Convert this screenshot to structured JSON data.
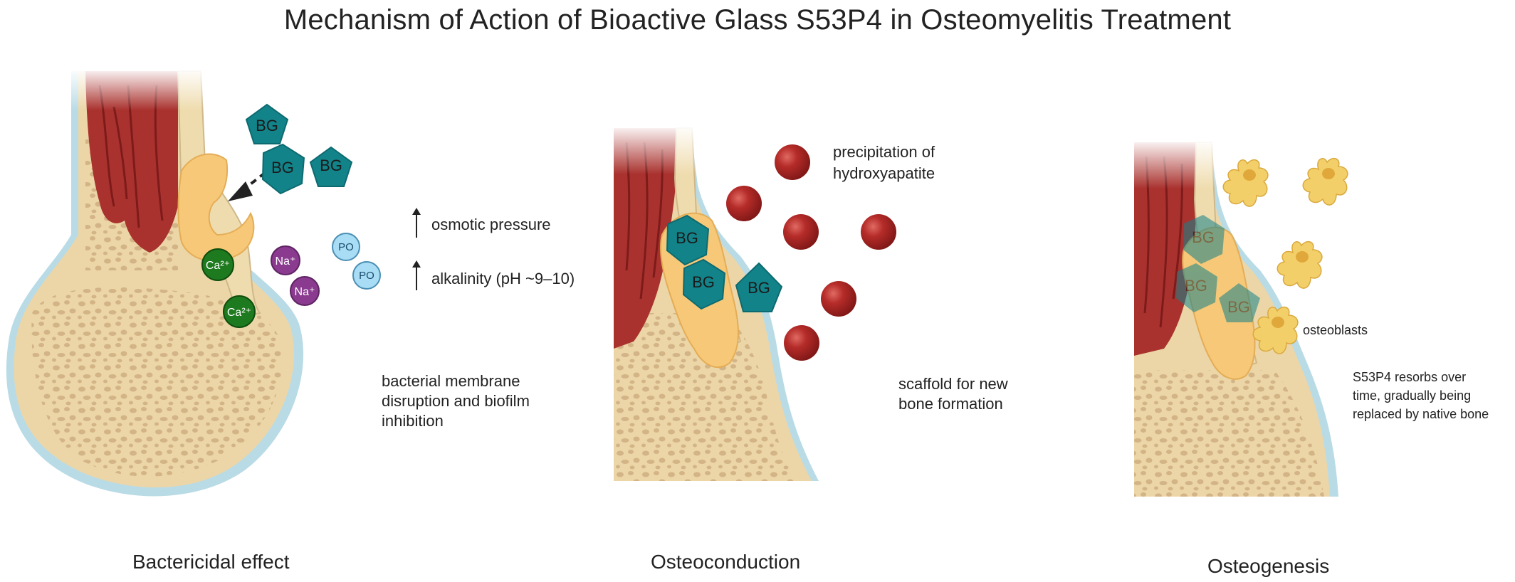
{
  "title": "Mechanism of Action of Bioactive Glass S53P4 in Osteomyelitis Treatment",
  "panels": [
    {
      "caption": "Bactericidal effect",
      "bg_label": "BG",
      "ions": {
        "calcium": "Ca²⁺",
        "sodium": "Na⁺",
        "phosphate": "PO"
      },
      "effects": {
        "osmotic": "osmotic pressure",
        "alkalinity": "alkalinity (pH ~9–10)"
      },
      "description": [
        "bacterial membrane",
        "disruption and biofilm",
        "inhibition"
      ]
    },
    {
      "caption": "Osteoconduction",
      "bg_label": "BG",
      "hydroxyapatite_label": [
        "precipitation of",
        "hydroxyapatite"
      ],
      "description": [
        "scaffold for new",
        "bone formation"
      ]
    },
    {
      "caption": "Osteogenesis",
      "bg_label": "BG",
      "cells_label": "osteoblasts",
      "description": [
        "S53P4 resorbs over",
        "time, gradually being",
        "replaced by native bone"
      ]
    }
  ],
  "colors": {
    "bone": "#efd9ab",
    "cortex": "#e9d3a3",
    "periosteum": "#b9dbe6",
    "marrow_red": "#a9322e",
    "graft": "#f7c877",
    "bioglass": "#13838a",
    "calcium": "#1e7a1e",
    "sodium": "#8a3b8f",
    "phosphate": "#a8ddf5",
    "hydroxyapatite": "#b02a27",
    "osteoblast": "#f3cf6a"
  }
}
